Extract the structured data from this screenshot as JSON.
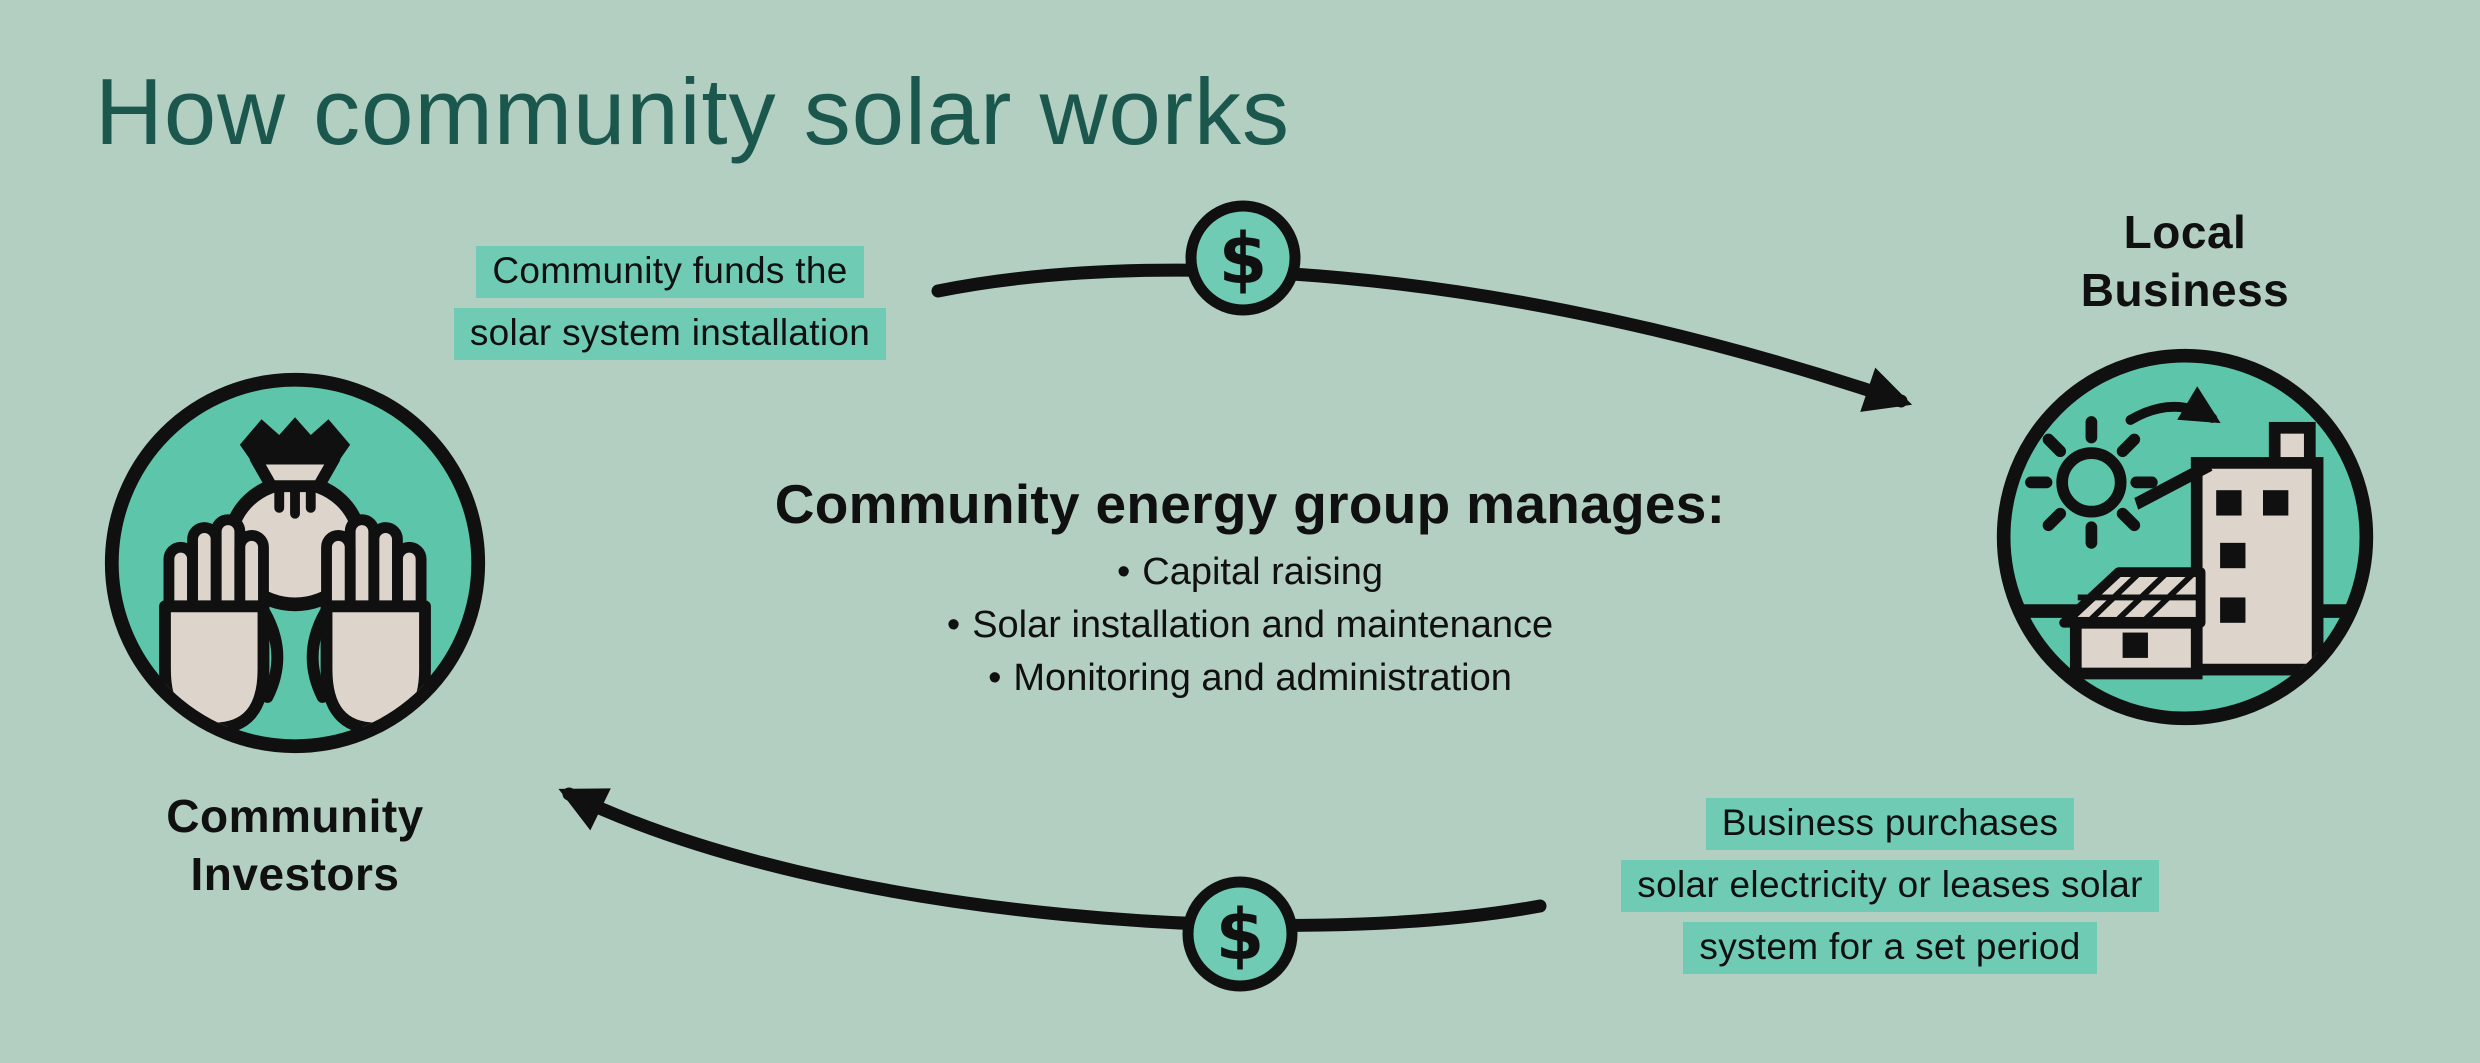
{
  "title": "How community solar works",
  "colors": {
    "background": "#b2cfc1",
    "accent_teal": "#5dc6aa",
    "highlight_teal": "#6fcbb3",
    "cream": "#ddd5cb",
    "ink": "#101010",
    "title_teal": "#1b574d"
  },
  "top_flow": {
    "badge": "$",
    "label_lines": [
      "Community funds the",
      "solar system installation"
    ]
  },
  "bottom_flow": {
    "badge": "$",
    "label_lines": [
      "Business purchases",
      "solar electricity or leases solar",
      "system for a set period"
    ]
  },
  "left_node": {
    "label_lines": [
      "Community",
      "Investors"
    ]
  },
  "right_node": {
    "label_lines": [
      "Local",
      "Business"
    ]
  },
  "center": {
    "heading": "Community energy group manages:",
    "bullet_char": "•",
    "bullets": [
      "Capital raising",
      "Solar installation and maintenance",
      "Monitoring and administration"
    ]
  }
}
